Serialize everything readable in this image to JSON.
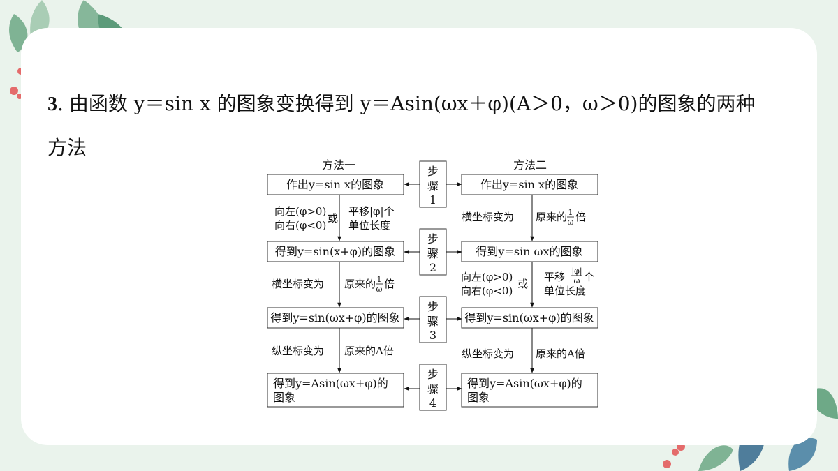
{
  "heading": {
    "number": "3",
    "separator": ".",
    "line1": "由函数 y＝sin x 的图象变换得到 y＝Asin(ωx＋φ)(A＞0，ω＞0)的图象的两种",
    "line2": "方法"
  },
  "flowchart": {
    "method1_title": "方法一",
    "method2_title": "方法二",
    "steps": [
      {
        "char1": "步",
        "char2": "骤",
        "num": "1"
      },
      {
        "char1": "步",
        "char2": "骤",
        "num": "2"
      },
      {
        "char1": "步",
        "char2": "骤",
        "num": "3"
      },
      {
        "char1": "步",
        "char2": "骤",
        "num": "4"
      }
    ],
    "method1": {
      "box1": "作出y=sin x的图象",
      "box2": "得到y=sin(x+φ)的图象",
      "box3": "得到y=sin(ωx+φ)的图象",
      "box4_line1": "得到y=Asin(ωx+φ)的",
      "box4_line2": "图象",
      "t1_left_1": "向左(φ>0)",
      "t1_left_2": "向右(φ<0)",
      "t1_or": "或",
      "t1_right_1": "平移|φ|个",
      "t1_right_2": "单位长度",
      "t2_left": "横坐标变为",
      "t2_right_prefix": "原来的",
      "t2_frac_num": "1",
      "t2_frac_den": "ω",
      "t2_right_suffix": "倍",
      "t3_left": "纵坐标变为",
      "t3_right": "原来的A倍"
    },
    "method2": {
      "box1": "作出y=sin x的图象",
      "box2": "得到y=sin ωx的图象",
      "box3": "得到y=sin(ωx+φ)的图象",
      "box4_line1": "得到y=Asin(ωx+φ)的",
      "box4_line2": "图象",
      "t1_left": "横坐标变为",
      "t1_right_prefix": "原来的",
      "t1_frac_num": "1",
      "t1_frac_den": "ω",
      "t1_right_suffix": "倍",
      "t2_left_1": "向左(φ>0)",
      "t2_left_2": "向右(φ<0)",
      "t2_or": "或",
      "t2_right_prefix": "平移",
      "t2_frac_num": "|φ|",
      "t2_frac_den": "ω",
      "t2_right_suffix": "个",
      "t2_right_2": "单位长度",
      "t3_left": "纵坐标变为",
      "t3_right": "原来的A倍"
    }
  }
}
